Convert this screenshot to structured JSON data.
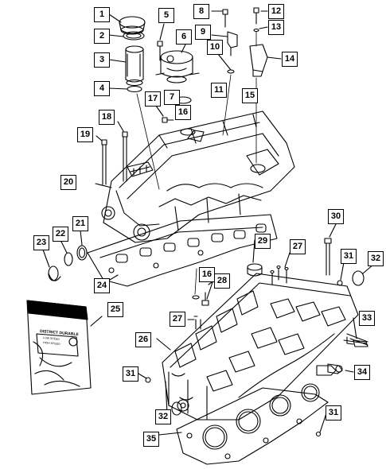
{
  "diagram": {
    "callouts": [
      "1",
      "2",
      "3",
      "4",
      "5",
      "6",
      "7",
      "8",
      "9",
      "10",
      "11",
      "12",
      "13",
      "14",
      "15",
      "16",
      "16",
      "17",
      "18",
      "19",
      "20",
      "21",
      "22",
      "23",
      "24",
      "25",
      "26",
      "27",
      "27",
      "28",
      "29",
      "30",
      "31",
      "31",
      "31",
      "32",
      "32",
      "33",
      "34",
      "35"
    ],
    "bag_label": {
      "title": "DISTRICT DURABLE",
      "line1": "LOW SPEED",
      "line2": "HIGH SPEED"
    }
  }
}
